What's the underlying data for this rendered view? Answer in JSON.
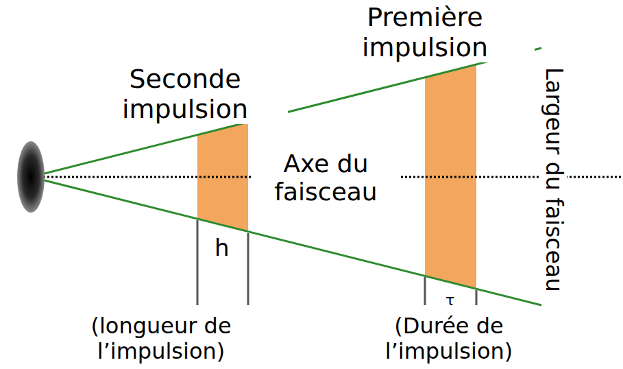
{
  "diagram": {
    "labels": [
      "Première impulsion",
      "Seconde impulsion",
      "Axe du faisceau",
      "h",
      "τ",
      "(longueur de l’impulsion)",
      "(Durée de l’impulsion)",
      "Largeur du faisceau"
    ]
  }
}
